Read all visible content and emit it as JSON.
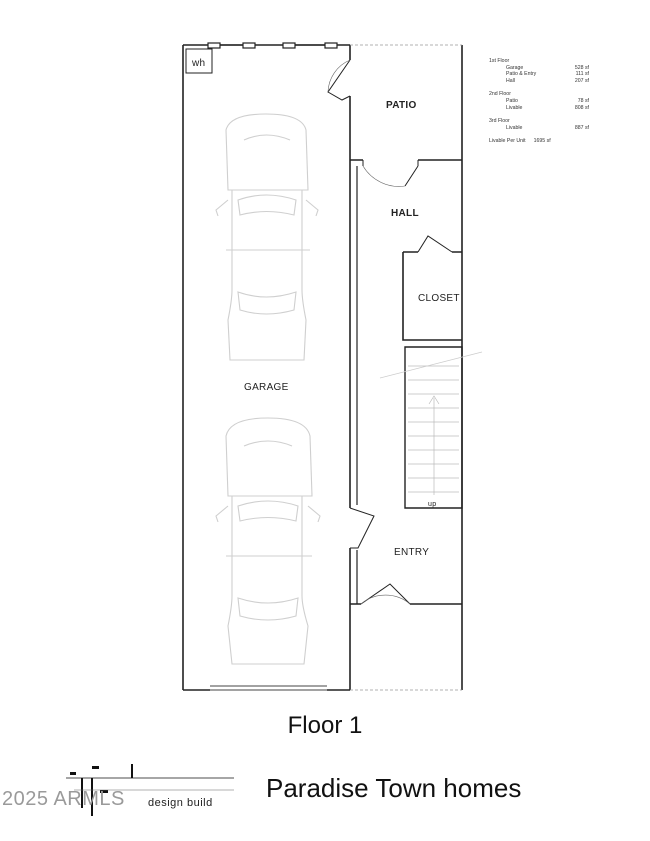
{
  "plan": {
    "rooms": {
      "patio": "PATIO",
      "hall": "HALL",
      "closet": "CLOSET",
      "garage": "GARAGE",
      "entry": "ENTRY",
      "stair_up": "up"
    },
    "wh_tag": "wh"
  },
  "schedule": {
    "floor1": {
      "title": "1st Floor",
      "items": [
        {
          "label": "Garage",
          "value": "528 sf"
        },
        {
          "label": "Patio & Entry",
          "value": "111 sf"
        },
        {
          "label": "Hall",
          "value": "207 sf"
        }
      ]
    },
    "floor2": {
      "title": "2nd Floor",
      "items": [
        {
          "label": "Patio",
          "value": "78 sf"
        },
        {
          "label": "Livable",
          "value": "808 sf"
        }
      ]
    },
    "floor3": {
      "title": "3rd Floor",
      "items": [
        {
          "label": "Livable",
          "value": "887 sf"
        }
      ]
    },
    "total": {
      "label": "Livable Per Unit",
      "value": "1695 sf"
    }
  },
  "floor_title": "Floor 1",
  "project_title": "Paradise Town homes",
  "brand_text": "design build",
  "watermark": "2025 ARMLS"
}
